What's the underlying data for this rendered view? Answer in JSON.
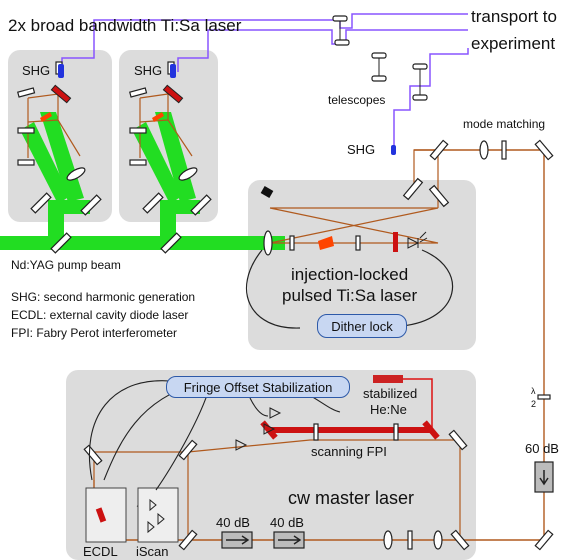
{
  "title": "2x  broad bandwidth Ti:Sa laser",
  "transport": [
    "transport to",
    "experiment"
  ],
  "labels": {
    "telescopes": "telescopes",
    "mode_matching": "mode matching",
    "shg_1": "SHG",
    "shg_2": "SHG",
    "shg_3": "SHG",
    "pump_beam": "Nd:YAG pump beam",
    "injection_locked": [
      "injection-locked",
      "pulsed Ti:Sa laser"
    ],
    "dither_lock": "Dither lock",
    "fringe_offset": "Fringe Offset Stabilization",
    "stabilized_hene": [
      "stabilized",
      "He:Ne"
    ],
    "scanning_fpi": "scanning FPI",
    "cw_master": "cw master laser",
    "ecdl": "ECDL",
    "iscan": "iScan",
    "isolator_1": "40 dB",
    "isolator_2": "40 dB",
    "isolator_3": "60 dB",
    "half_wave": [
      "λ",
      "2"
    ]
  },
  "legend": [
    "SHG:  second harmonic generation",
    "ECDL: external cavity diode laser",
    "FPI: Fabry Perot interferometer"
  ],
  "colors": {
    "panel": "#dcdcdc",
    "pump": "#22dd22",
    "beam": "#b05a1e",
    "fiber": "#8855ff",
    "red_element": "#cc1111",
    "blue_element": "#2233dd",
    "dither_fill": "#c8d7f2",
    "dither_border": "#2d59a8"
  }
}
